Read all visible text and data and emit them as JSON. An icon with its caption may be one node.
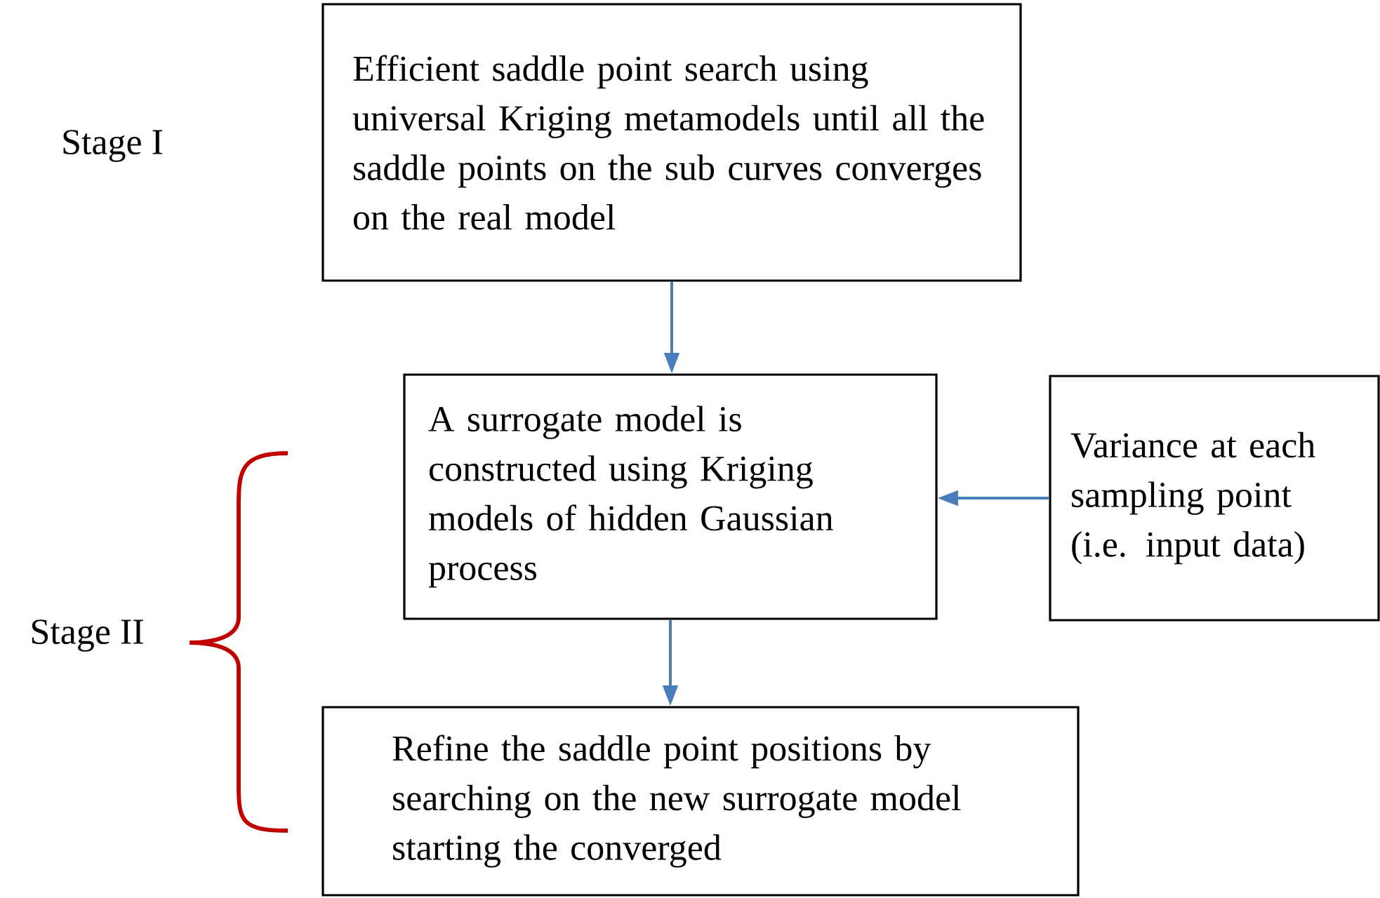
{
  "diagram": {
    "nodes": [
      {
        "text": [
          "Efficient saddle point search using universal Kriging metamodels until all the saddle points on the sub curves converges on the real model"
        ]
      },
      {
        "text": [
          "A surrogate model is constructed using Kriging models of hidden Gaussian process"
        ]
      },
      {
        "text": [
          "Variance at each sampling point (i.e. input data)"
        ]
      },
      {
        "text": [
          "Refine the saddle point positions by searching on the new surrogate model starting the converged"
        ]
      }
    ],
    "edges": [
      {
        "from": 0,
        "to": 1,
        "arrow": "to"
      },
      {
        "from": 2,
        "to": 1,
        "arrow": "to"
      },
      {
        "from": 1,
        "to": 3,
        "arrow": "to"
      }
    ],
    "labels": [
      "Stage I",
      "Stage II"
    ]
  }
}
